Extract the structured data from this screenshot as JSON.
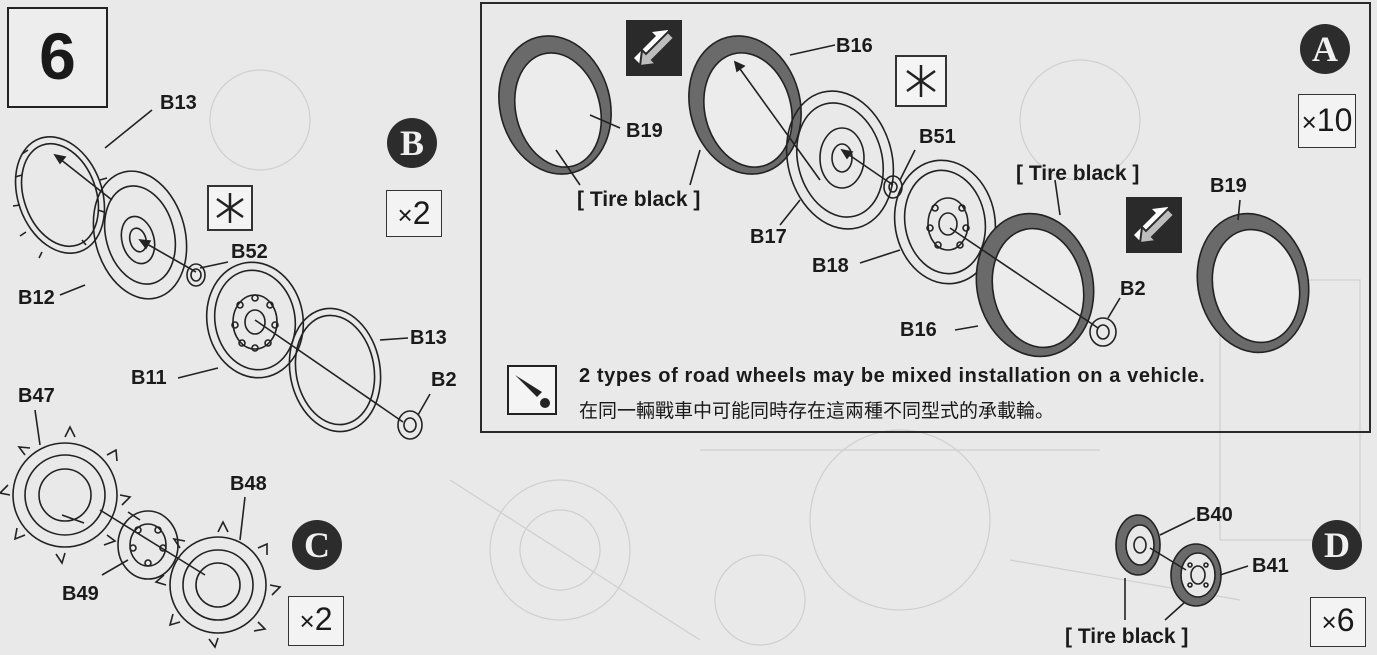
{
  "step_number": "6",
  "sections": {
    "A": {
      "badge": "A",
      "quantity": "10",
      "mult_sign": "×"
    },
    "B": {
      "badge": "B",
      "quantity": "2",
      "mult_sign": "×"
    },
    "C": {
      "badge": "C",
      "quantity": "2",
      "mult_sign": "×"
    },
    "D": {
      "badge": "D",
      "quantity": "6",
      "mult_sign": "×"
    }
  },
  "labels": {
    "b13_top": "B13",
    "b12": "B12",
    "b52": "B52",
    "b11": "B11",
    "b13_bottom": "B13",
    "b2_left": "B2",
    "b47": "B47",
    "b48": "B48",
    "b49": "B49",
    "b16_top": "B16",
    "b19_left": "B19",
    "tire_black_left": "[ Tire black ]",
    "b51": "B51",
    "b17": "B17",
    "b18": "B18",
    "tire_black_mid": "[ Tire black ]",
    "b19_right": "B19",
    "b2_right": "B2",
    "b16_bottom": "B16",
    "b40": "B40",
    "b41": "B41",
    "tire_black_bottom": "[ Tire black ]"
  },
  "note": {
    "english": "2 types of road wheels may be mixed installation on a vehicle.",
    "chinese": "在同一輛戰車中可能同時存在這兩種不同型式的承載輪。"
  },
  "icons": [
    "warning-icon",
    "flip-arrow-icon",
    "no-glue-icon"
  ]
}
